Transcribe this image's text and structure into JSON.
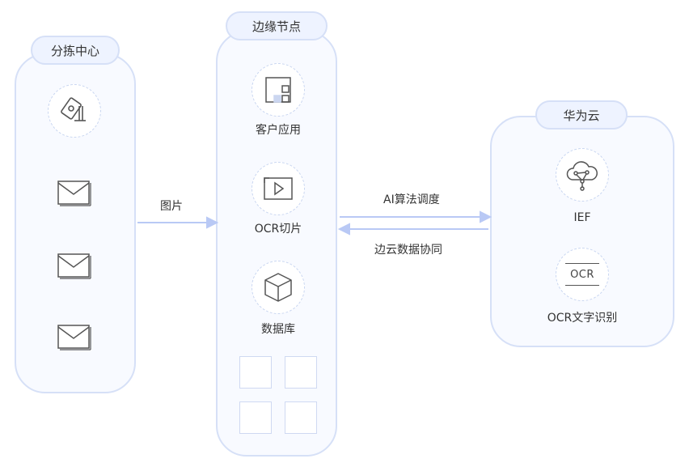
{
  "colors": {
    "panel_border": "#d6e0f7",
    "panel_fill": "#f8faff",
    "arrow": "#b9c9f5",
    "icon_stroke": "#555555"
  },
  "sorting_center": {
    "title": "分拣中心",
    "icons": [
      "camera-icon",
      "envelope-icon",
      "envelope-icon",
      "envelope-icon"
    ]
  },
  "edge_node": {
    "title": "边缘节点",
    "items": [
      {
        "label": "客户应用",
        "icon": "client-app-icon"
      },
      {
        "label": "OCR切片",
        "icon": "ocr-slice-icon"
      },
      {
        "label": "数据库",
        "icon": "database-cube-icon"
      }
    ]
  },
  "huawei_cloud": {
    "title": "华为云",
    "items": [
      {
        "label": "IEF",
        "icon": "cloud-network-icon"
      },
      {
        "label": "OCR文字识别",
        "icon": "ocr-text-icon",
        "icon_text": "OCR"
      }
    ]
  },
  "flows": {
    "image": "图片",
    "algorithm_dispatch": "AI算法调度",
    "edge_cloud_sync": "边云数据协同"
  }
}
